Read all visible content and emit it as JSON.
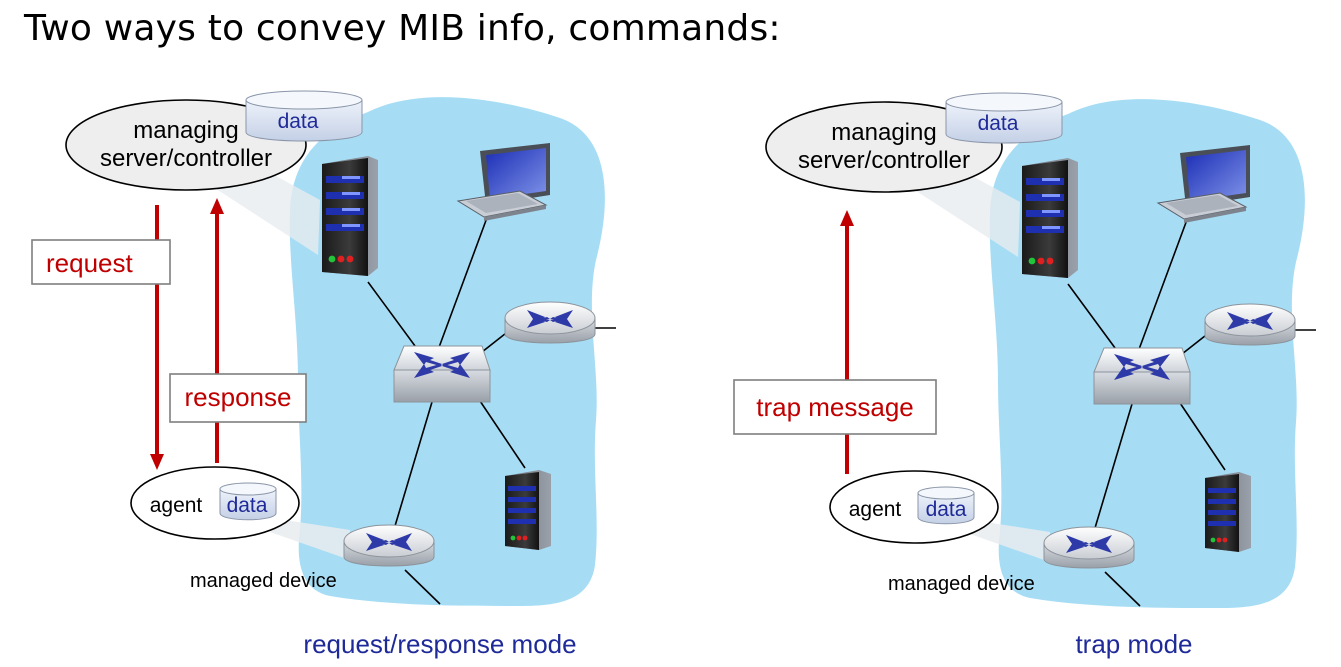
{
  "slide": {
    "title": "Two ways to convey MIB info, commands:"
  },
  "left_panel": {
    "server_label_line1": "managing",
    "server_label_line2": "server/controller",
    "server_db_label": "data",
    "request_label": "request",
    "response_label": "response",
    "agent_label": "agent",
    "agent_db_label": "data",
    "device_label": "managed device",
    "mode_caption": "request/response mode"
  },
  "right_panel": {
    "server_label_line1": "managing",
    "server_label_line2": "server/controller",
    "server_db_label": "data",
    "trap_label": "trap message",
    "agent_label": "agent",
    "agent_db_label": "data",
    "device_label": "managed device",
    "mode_caption": "trap mode"
  },
  "colors": {
    "network_cloud": "#a6ddf5",
    "arrow_red": "#c00000",
    "caption_blue": "#1f2a99",
    "db_text_blue": "#1f2a99",
    "device_blue": "#2d3aa8"
  }
}
